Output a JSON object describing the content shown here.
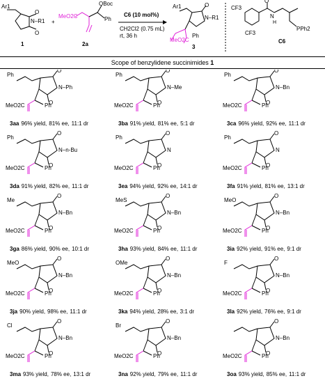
{
  "scheme": {
    "reactant1_label": "1",
    "reactant2_label": "2a",
    "product_label": "3",
    "catalyst_label": "C6",
    "plus": "+",
    "conditions": {
      "catalyst_line": "C6 (10 mol%)",
      "solvent_line": "CH2Cl2 (0.75 mL)",
      "temp_time_line": "rt, 36 h"
    },
    "groups": {
      "ar1": "Ar1",
      "r1": "N–R1",
      "obz": "OBoc",
      "meo2c": "MeO2C",
      "ph": "Ph",
      "cf3": "CF3",
      "pph2": "PPh2",
      "nh": "H",
      "n": "N",
      "o": "O"
    }
  },
  "section_title": {
    "prefix": "Scope of benzylidene succinimides ",
    "bold": "1"
  },
  "products": [
    {
      "code": "3aa",
      "yield": "96% yield,",
      "ee": "81% ee,",
      "dr": "11:1 dr",
      "aryl": "Ph",
      "n_sub": "N–Ph"
    },
    {
      "code": "3ba",
      "yield": "91% yield,",
      "ee": "81% ee,",
      "dr": "5:1 dr",
      "aryl": "Ph",
      "n_sub": "N–Me"
    },
    {
      "code": "3ca",
      "yield": "96% yield,",
      "ee": "92% ee,",
      "dr": "11:1 dr",
      "aryl": "Ph",
      "n_sub": "N–Bn"
    },
    {
      "code": "3da",
      "yield": "91% yield,",
      "ee": "82% ee,",
      "dr": "11:1 dr",
      "aryl": "Ph",
      "n_sub": "N–n-Bu"
    },
    {
      "code": "3ea",
      "yield": "94% yield,",
      "ee": "92% ee,",
      "dr": "14:1 dr",
      "aryl": "Ph",
      "n_sub": "N"
    },
    {
      "code": "3fa",
      "yield": "91% yield,",
      "ee": "81% ee,",
      "dr": "13:1 dr",
      "aryl": "Ph",
      "n_sub": "N"
    },
    {
      "code": "3ga",
      "yield": "86% yield,",
      "ee": "90% ee,",
      "dr": "10:1 dr",
      "aryl": "Me",
      "n_sub": "N–Bn"
    },
    {
      "code": "3ha",
      "yield": "93% yield,",
      "ee": "84% ee,",
      "dr": "11:1 dr",
      "aryl": "MeS",
      "n_sub": "N–Bn"
    },
    {
      "code": "3ia",
      "yield": "92% yield,",
      "ee": "91% ee,",
      "dr": "9:1 dr",
      "aryl": "MeO",
      "n_sub": "N–Bn"
    },
    {
      "code": "3ja",
      "yield": "90% yield,",
      "ee": "98% ee,",
      "dr": "11:1 dr",
      "aryl": "MeO",
      "n_sub": "N–Bn"
    },
    {
      "code": "3ka",
      "yield": "94% yield,",
      "ee": "28% ee,",
      "dr": "3:1 dr",
      "aryl": "OMe",
      "n_sub": "N–Bn"
    },
    {
      "code": "3la",
      "yield": "92% yield,",
      "ee": "76% ee,",
      "dr": "9:1 dr",
      "aryl": "F",
      "n_sub": "N–Bn"
    },
    {
      "code": "3ma",
      "yield": "93% yield,",
      "ee": "78% ee,",
      "dr": "13:1 dr",
      "aryl": "Cl",
      "n_sub": "N–Bn"
    },
    {
      "code": "3na",
      "yield": "92% yield,",
      "ee": "79% ee,",
      "dr": "11:1 dr",
      "aryl": "Br",
      "n_sub": "N–Bn"
    },
    {
      "code": "3oa",
      "yield": "93% yield,",
      "ee": "85% ee,",
      "dr": "11:1 dr",
      "aryl": "",
      "n_sub": "N–Bn"
    }
  ],
  "colors": {
    "magenta": "#e020d8",
    "black": "#000000"
  }
}
